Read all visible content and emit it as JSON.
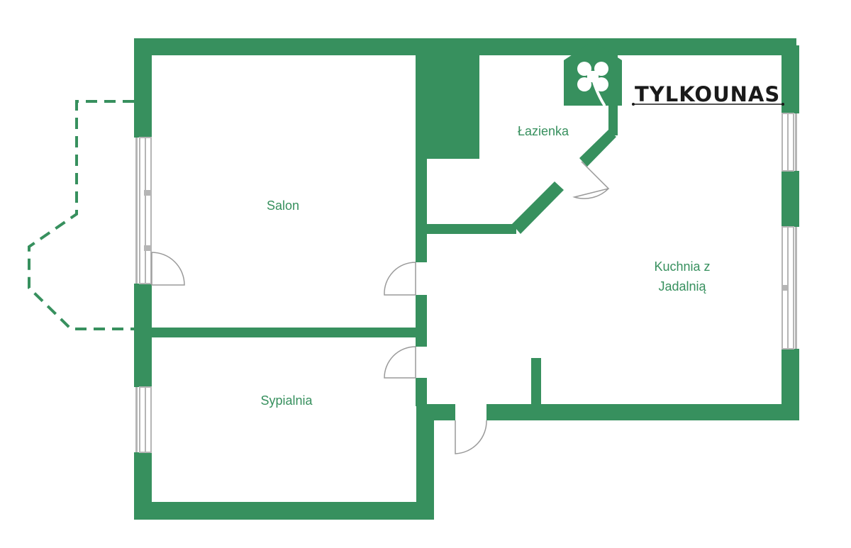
{
  "colors": {
    "wall": "#37905e",
    "label": "#37905e",
    "window_frame": "#b5b5b5",
    "door_line": "#9a9a9a",
    "brand_text": "#1a1a1a",
    "background": "#ffffff"
  },
  "rooms": {
    "salon": "Salon",
    "lazienka": "Łazienka",
    "kuchnia_line1": "Kuchnia z",
    "kuchnia_line2": "Jadalnią",
    "sypialnia": "Sypialnia"
  },
  "brand": {
    "name": "TYLKOUNAS",
    "logo_icon": "clover-house-icon"
  }
}
